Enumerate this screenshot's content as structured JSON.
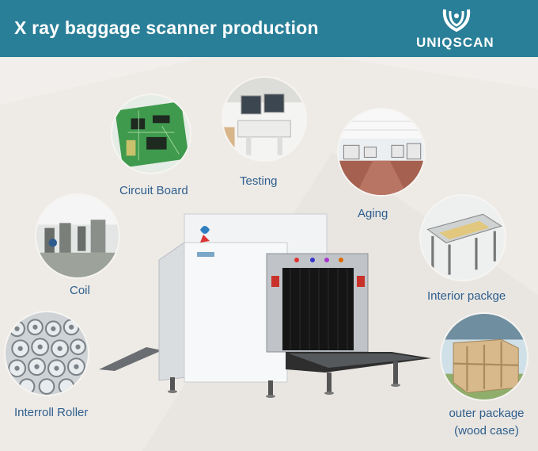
{
  "header": {
    "title": "X ray baggage scanner production",
    "brand": "UNIQSCAN",
    "background_color": "#2a7f98"
  },
  "steps": [
    {
      "id": "circuit-board",
      "label": "Circuit Board"
    },
    {
      "id": "testing",
      "label": "Testing"
    },
    {
      "id": "aging",
      "label": "Aging"
    },
    {
      "id": "coil",
      "label": "Coil"
    },
    {
      "id": "interior-package",
      "label": "Interior packge"
    },
    {
      "id": "interroll-roller",
      "label": "Interroll Roller"
    },
    {
      "id": "outer-package",
      "label_line1": "outer package",
      "label_line2": "(wood case)"
    }
  ],
  "label_color": "#2e5e8c"
}
